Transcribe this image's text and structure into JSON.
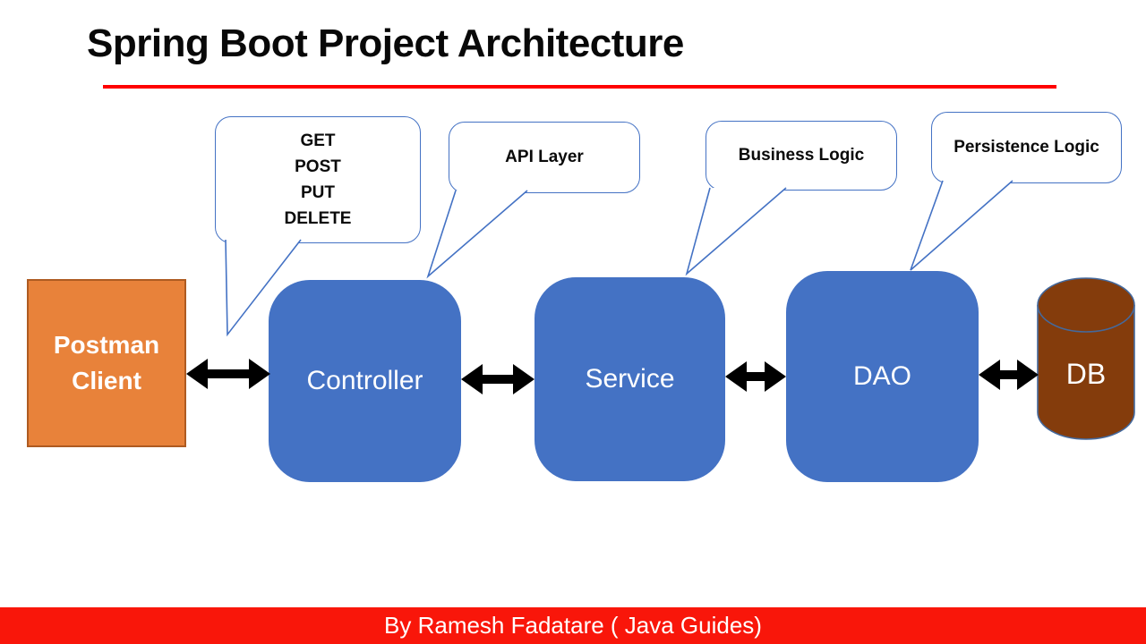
{
  "title": "Spring Boot Project Architecture",
  "callouts": {
    "http_methods": {
      "lines": [
        "GET",
        "POST",
        "PUT",
        "DELETE"
      ]
    },
    "api_layer": {
      "label": "API Layer"
    },
    "business_logic": {
      "label": "Business Logic"
    },
    "persistence_logic": {
      "label": "Persistence Logic"
    }
  },
  "nodes": {
    "postman_client": {
      "lines": [
        "Postman",
        "Client"
      ]
    },
    "controller": {
      "label": "Controller"
    },
    "service": {
      "label": "Service"
    },
    "dao": {
      "label": "DAO"
    },
    "db": {
      "label": "DB"
    }
  },
  "footer": {
    "credit": "By Ramesh Fadatare ( Java Guides)"
  },
  "colors": {
    "accent_blue": "#4472c4",
    "orange_fill": "#e8823a",
    "orange_border": "#ae5b21",
    "brown_fill": "#843c0c",
    "cylinder_stroke": "#44699d",
    "divider_red": "#ff0000",
    "footer_red": "#f9160a",
    "arrow_black": "#000000"
  }
}
